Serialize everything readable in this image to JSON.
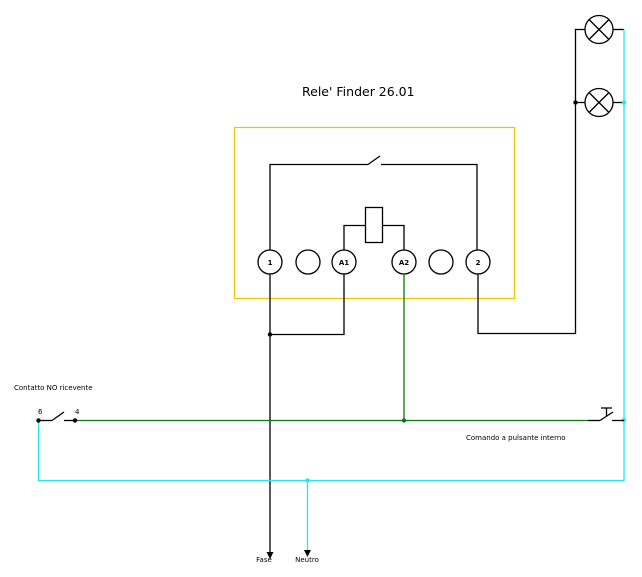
{
  "diagram": {
    "title": "Rele'  Finder 26.01",
    "terminals": [
      "1",
      "",
      "A1",
      "A2",
      "",
      "2"
    ],
    "labels": {
      "contact_no": "Contatto NO ricevente",
      "contact_pin_left": "6",
      "contact_pin_right": "4",
      "pushbutton": "Comando a pulsante interno",
      "phase": "Fase",
      "neutral": "Neutro"
    },
    "colors": {
      "relay_box": "#f5c200",
      "wire_phase": "#000000",
      "wire_control": "#0a7a0a",
      "wire_neutral": "#22e6f0"
    }
  }
}
